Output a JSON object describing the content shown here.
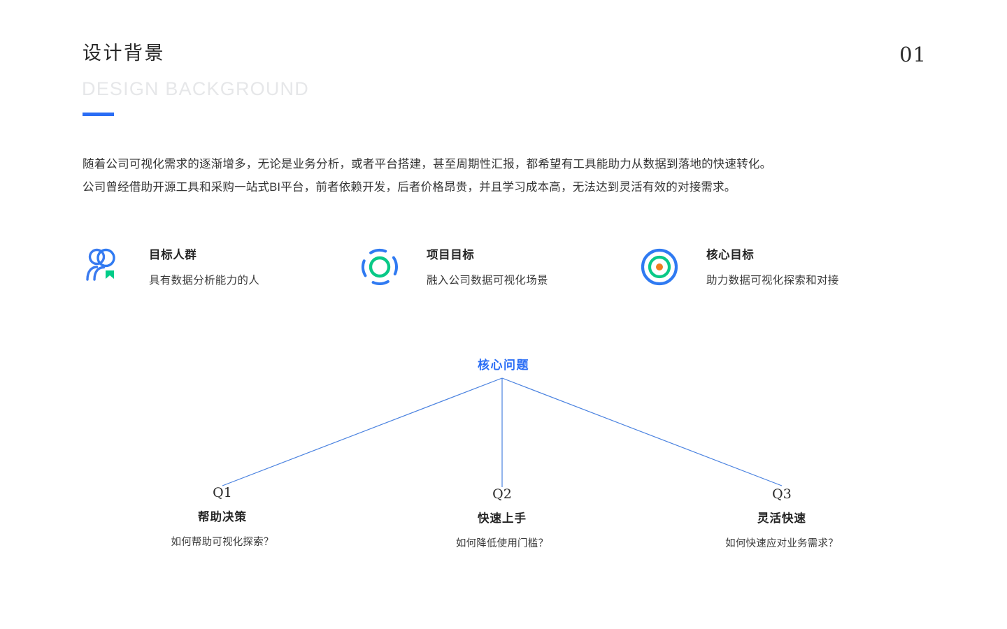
{
  "header": {
    "title": "设计背景",
    "subtitle": "DESIGN BACKGROUND",
    "page_number": "01",
    "accent_color": "#2a6df5",
    "subtitle_color": "#e6e7e9"
  },
  "intro": {
    "line1": "随着公司可视化需求的逐渐增多，无论是业务分析，或者平台搭建，甚至周期性汇报，都希望有工具能助力从数据到落地的快速转化。",
    "line2": "公司曾经借助开源工具和采购一站式BI平台，前者依赖开发，后者价格昂贵，并且学习成本高，无法达到灵活有效的对接需求。"
  },
  "features": [
    {
      "icon": "two-people-icon",
      "title": "目标人群",
      "desc": "具有数据分析能力的人",
      "icon_primary": "#3a7bf0",
      "icon_accent": "#00cc88"
    },
    {
      "icon": "dashed-ring-icon",
      "title": "项目目标",
      "desc": "融入公司数据可视化场景",
      "icon_primary": "#3a7bf0",
      "icon_accent": "#09c987"
    },
    {
      "icon": "target-bullseye-icon",
      "title": "核心目标",
      "desc": "助力数据可视化探索和对接",
      "icon_primary": "#3a7bf0",
      "icon_accent": "#09c987",
      "icon_center": "#f07c1e"
    }
  ],
  "diagram": {
    "root_label": "核心问题",
    "root_color": "#2a6df5",
    "line_color": "#4a82e0",
    "nodes": [
      {
        "code": "Q1",
        "title": "帮助决策",
        "desc": "如何帮助可视化探索？"
      },
      {
        "code": "Q2",
        "title": "快速上手",
        "desc": "如何降低使用门槛？"
      },
      {
        "code": "Q3",
        "title": "灵活快速",
        "desc": "如何快速应对业务需求？"
      }
    ]
  }
}
